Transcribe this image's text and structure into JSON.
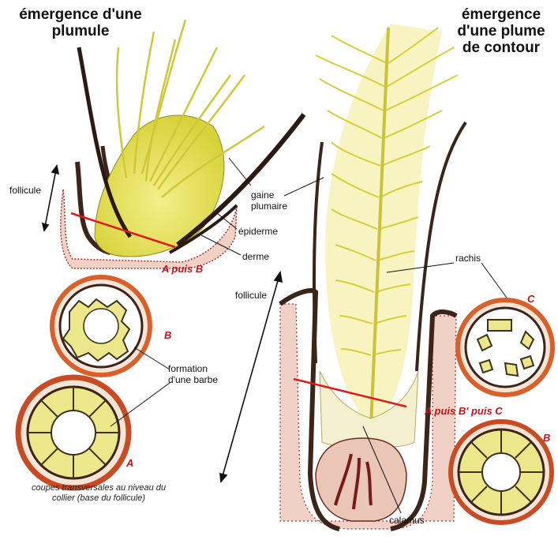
{
  "titles": {
    "plumule": "émergence d'une plumule",
    "contour": "émergence d'une plume de contour"
  },
  "labels": {
    "follicule_left": "follicule",
    "follicule_right": "follicule",
    "gaine": "gaine plumaire",
    "epiderme": "épiderme",
    "derme": "derme",
    "rachis": "rachis",
    "formation": "formation d'une barbe",
    "calamus": "calamus"
  },
  "section_labels": {
    "a_puis_b": "A puis B",
    "a_b_c": "A puis B' puis C",
    "B_left": "B",
    "A_left": "A",
    "C_right": "C",
    "B_right": "B"
  },
  "caption": "coupes transversales au niveau du collier (base du follicule)",
  "colors": {
    "feather_yellow": "#e6e04a",
    "sheath_brown": "#3b2418",
    "cut_line_red": "#e01a1a",
    "skin_red": "#b0403a",
    "ring_orange": "#d9602a"
  }
}
